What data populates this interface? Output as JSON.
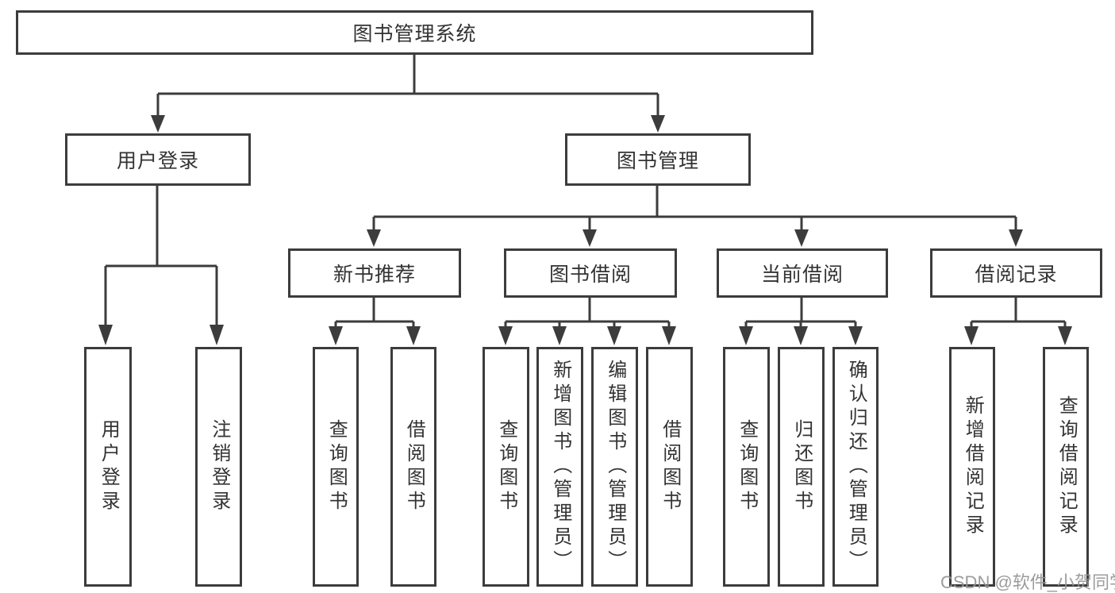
{
  "diagram": {
    "root": {
      "label": "图书管理系统"
    },
    "branches": [
      {
        "label": "用户登录",
        "children": [
          {
            "label": "用户登录"
          },
          {
            "label": "注销登录"
          }
        ]
      },
      {
        "label": "图书管理",
        "sections": [
          {
            "label": "新书推荐",
            "children": [
              {
                "label": "查询图书"
              },
              {
                "label": "借阅图书"
              }
            ]
          },
          {
            "label": "图书借阅",
            "children": [
              {
                "label": "查询图书"
              },
              {
                "label": "新增图书（管理员）"
              },
              {
                "label": "编辑图书（管理员）"
              },
              {
                "label": "借阅图书"
              }
            ]
          },
          {
            "label": "当前借阅",
            "children": [
              {
                "label": "查询图书"
              },
              {
                "label": "归还图书"
              },
              {
                "label": "确认归还（管理员）"
              }
            ]
          },
          {
            "label": "借阅记录",
            "children": [
              {
                "label": "新增借阅记录"
              },
              {
                "label": "查询借阅记录"
              }
            ]
          }
        ]
      }
    ]
  },
  "watermark": {
    "text": "CSDN @软件_小贺同学"
  },
  "colors": {
    "line": "#3c3c3c",
    "text": "#333333",
    "watermark": "#949494",
    "background": "#ffffff"
  }
}
